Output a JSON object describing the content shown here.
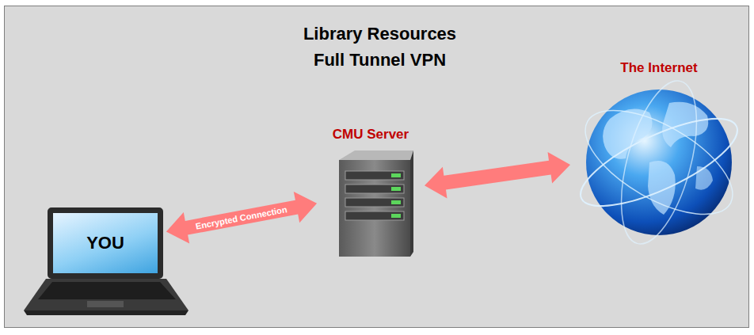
{
  "diagram": {
    "title": "Library Resources Full Tunnel VPN",
    "nodes": [
      {
        "text": [
          "YOU"
        ]
      },
      {
        "text": [
          "CMU Server"
        ]
      },
      {
        "text": [
          "The Internet"
        ]
      }
    ],
    "edges": [
      {
        "from": 0,
        "to": 1,
        "arrow": "both",
        "label": "Encrypted Connection"
      },
      {
        "from": 1,
        "to": 2,
        "arrow": "both"
      }
    ]
  }
}
